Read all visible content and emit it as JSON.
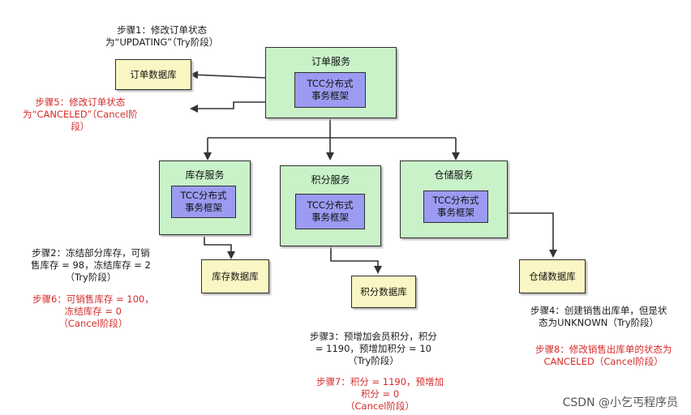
{
  "services": {
    "order": {
      "title": "订单服务",
      "tcc_line1": "TCC分布式",
      "tcc_line2": "事务框架"
    },
    "inventory": {
      "title": "库存服务",
      "tcc_line1": "TCC分布式",
      "tcc_line2": "事务框架"
    },
    "points": {
      "title": "积分服务",
      "tcc_line1": "TCC分布式",
      "tcc_line2": "事务框架"
    },
    "warehouse": {
      "title": "仓储服务",
      "tcc_line1": "TCC分布式",
      "tcc_line2": "事务框架"
    }
  },
  "databases": {
    "order": "订单数据库",
    "inventory": "库存数据库",
    "points": "积分数据库",
    "warehouse": "仓储数据库"
  },
  "notes": {
    "step1": [
      "步骤1：修改订单状态",
      "为“UPDATING”（Try阶段）"
    ],
    "step5": [
      "步骤5：修改订单状态",
      "为“CANCELED”（Cancel阶",
      "段）"
    ],
    "step2": [
      "步骤2：冻结部分库存，可销",
      "售库存 = 98，冻结库存 = 2",
      "（Try阶段）"
    ],
    "step6": [
      "步骤6：可销售库存 = 100，",
      "冻结库存 = 0",
      "（Cancel阶段）"
    ],
    "step3": [
      "步骤3：预增加会员积分，积分",
      "= 1190，预增加积分 = 10",
      "（Try阶段）"
    ],
    "step7": [
      "步骤7：积分 = 1190，预增加",
      "积分 = 0",
      "（Cancel阶段）"
    ],
    "step4": [
      "步骤4：创建销售出库单，但是状",
      "态为UNKNOWN（Try阶段）"
    ],
    "step8": [
      "步骤8：修改销售出库单的状态为",
      "CANCELED（Cancel阶段）"
    ]
  },
  "watermark": "CSDN @小乞丐程序员",
  "colors": {
    "service_fill": "#c9f2c9",
    "tcc_fill": "#9b9bf2",
    "db_fill": "#fbf7c4",
    "note_try": "#1a1a1a",
    "note_cancel": "#d42b2b"
  }
}
